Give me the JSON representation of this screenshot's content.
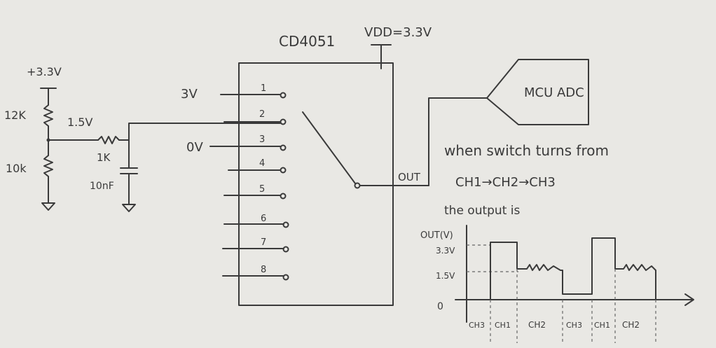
{
  "chip": {
    "name": "CD4051",
    "vdd": "VDD=3.3V",
    "out_label": "OUT"
  },
  "pins": [
    "1",
    "2",
    "3",
    "4",
    "5",
    "6",
    "7",
    "8"
  ],
  "inputs": {
    "ch1": "3V",
    "ch3": "0V"
  },
  "divider": {
    "supply": "+3.3V",
    "r_top": "12K",
    "r_bottom": "10k",
    "node_voltage": "1.5V",
    "r_series": "1K",
    "cap": "10nF"
  },
  "adc_label": "MCU ADC",
  "note": {
    "line1": "when switch turns from",
    "line2": "CH1→CH2→CH3",
    "line3": "the output is"
  },
  "waveform": {
    "ylabel": "OUT(V)",
    "y_ticks": [
      "3.3V",
      "1.5V",
      "0"
    ],
    "segments": [
      "CH3",
      "CH1",
      "CH2",
      "CH3",
      "CH1",
      "CH2"
    ]
  }
}
